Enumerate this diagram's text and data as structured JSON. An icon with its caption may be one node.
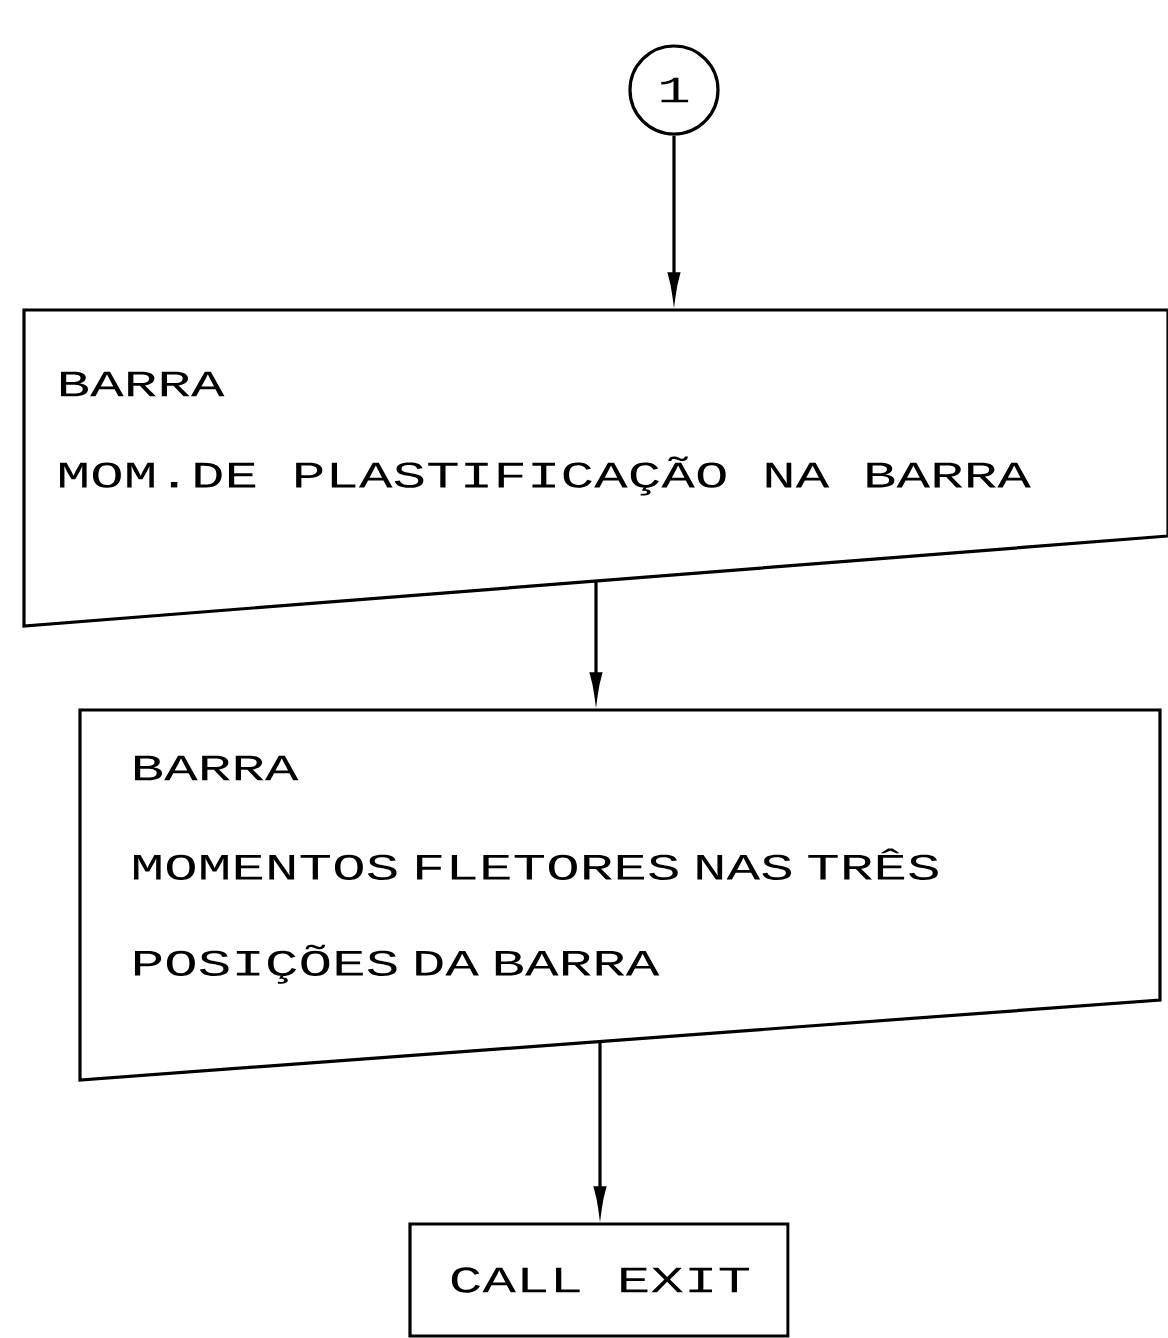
{
  "diagram": {
    "nodes": [
      {
        "text": [
          "1"
        ]
      },
      {
        "text": [
          "BARRA",
          "MOM.DE PLASTIFICAÇÃO NA BARRA"
        ]
      },
      {
        "text": [
          "BARRA",
          "MOMENTOS FLETORES NAS TRÊS POSIÇÕES DA BARRA"
        ]
      },
      {
        "text": [
          "CALL EXIT"
        ]
      }
    ],
    "edges": [
      {
        "from": 0,
        "to": 1,
        "arrow": "to"
      },
      {
        "from": 1,
        "to": 2,
        "arrow": "to"
      },
      {
        "from": 2,
        "to": 3,
        "arrow": "to"
      }
    ]
  }
}
